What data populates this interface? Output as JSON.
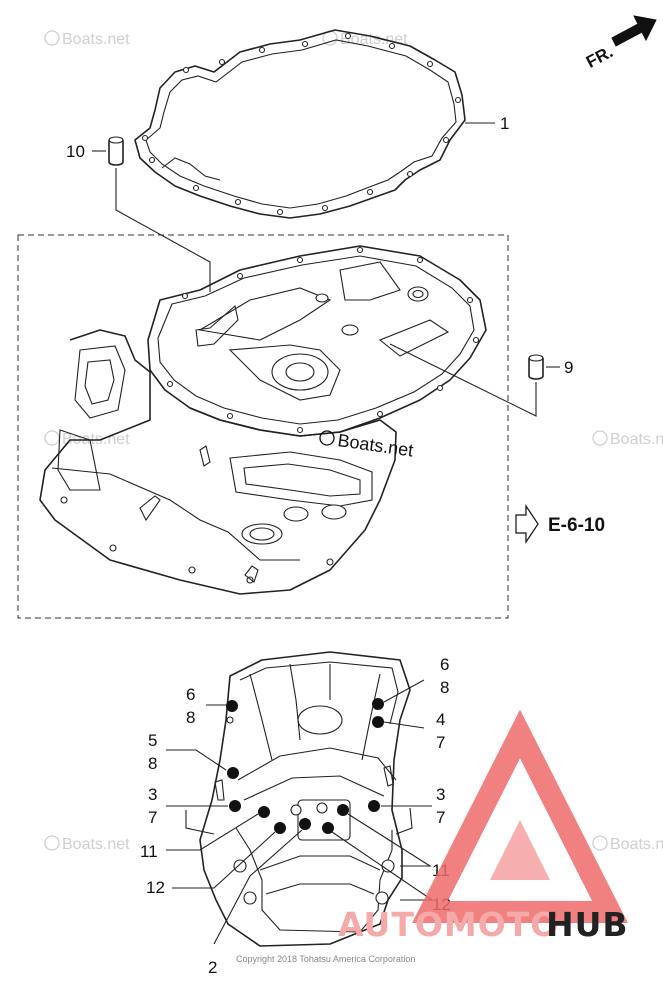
{
  "watermark": {
    "text": "Boats.net"
  },
  "orientation": {
    "label": "FR."
  },
  "reference": {
    "label": "E-6-10"
  },
  "callouts": {
    "c1": "1",
    "c2": "2",
    "c3a": "3",
    "c3b": "3",
    "c4": "4",
    "c5": "5",
    "c6a": "6",
    "c6b": "6",
    "c7a": "7",
    "c7b": "7",
    "c7c": "7",
    "c8a": "8",
    "c8b": "8",
    "c8c": "8",
    "c9": "9",
    "c10": "10",
    "c11a": "11",
    "c11b": "11",
    "c12a": "12",
    "c12b": "12"
  },
  "copyright": "Copyright 2018 Tohatsu America Corporation",
  "logo": {
    "left": "AUTOMOTO",
    "right": "HUB",
    "left_color": "#f5a9a9",
    "right_color": "#222222",
    "mark_color": "#ef6b6b"
  },
  "icons": {
    "arrow": "arrow-right-outline-icon",
    "fr": "forward-arrow-icon"
  }
}
